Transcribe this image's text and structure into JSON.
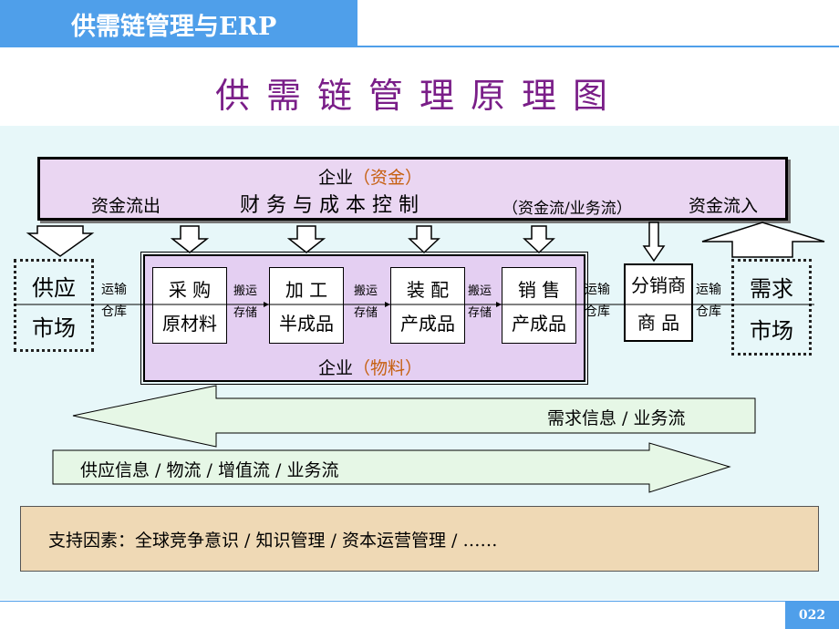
{
  "header": {
    "title": "供需链管理与ERP"
  },
  "diagram": {
    "title": "供需链管理原理图",
    "finance": {
      "enterprise_label": "企业",
      "enterprise_note": "（资金）",
      "control": "财 务 与 成 本 控 制",
      "out_flow": "资金流出",
      "in_flow": "资金流入",
      "flow_note": "（资金流/业务流）"
    },
    "supply_market": {
      "line1": "供应",
      "line2": "市场"
    },
    "demand_market": {
      "line1": "需求",
      "line2": "市场"
    },
    "transport_storage": {
      "line1": "运输",
      "line2": "仓库"
    },
    "handling_storage": {
      "line1": "搬运",
      "line2": "存储"
    },
    "processes": [
      {
        "line1": "采 购",
        "line2": "原材料"
      },
      {
        "line1": "加 工",
        "line2": "半成品"
      },
      {
        "line1": "装 配",
        "line2": "产成品"
      },
      {
        "line1": "销 售",
        "line2": "产成品"
      }
    ],
    "distributor": {
      "line1": "分销商",
      "line2": "商 品"
    },
    "material": {
      "enterprise_label": "企业",
      "note": "（物料）"
    },
    "demand_info": "需求信息 / 业务流",
    "supply_info": "供应信息 / 物流 / 增值流 / 业务流",
    "support": "支持因素：全球竞争意识 / 知识管理 / 资本运营管理 / ……"
  },
  "footer": {
    "page": "022"
  },
  "colors": {
    "header_blue": "#4f9fea",
    "title_purple": "#7a1e88",
    "canvas": "#e7f7f9",
    "lavender": "#ead6f2",
    "accent_orange": "#c66010",
    "arrow_green": "#e6f7e6",
    "support_beige": "#efd9b5"
  }
}
